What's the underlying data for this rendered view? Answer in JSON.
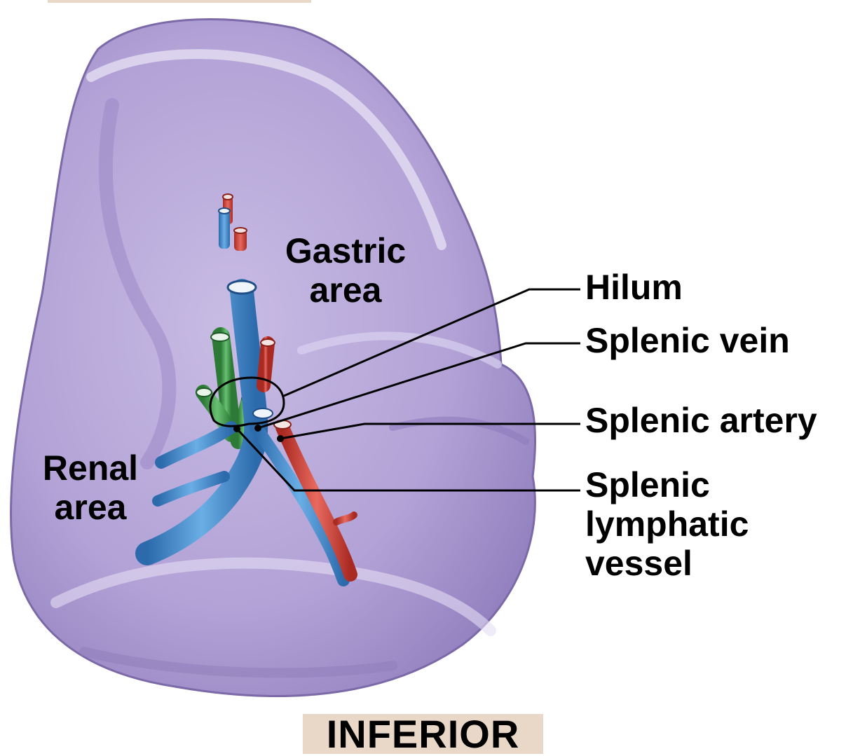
{
  "labels": {
    "gastric": [
      "Gastric",
      "area"
    ],
    "renal": [
      "Renal",
      "area"
    ],
    "hilum": "Hilum",
    "splenic_vein": "Splenic vein",
    "splenic_artery": "Splenic artery",
    "splenic_lymphatic": [
      "Splenic",
      "lymphatic",
      "vessel"
    ],
    "view": "INFERIOR"
  },
  "colors": {
    "organ": "#b7a8d8",
    "organ_shadow": "#8f7cba",
    "organ_highlight": "#e2dbf2",
    "vein": "#3f86c9",
    "artery": "#cf3a30",
    "lymphatic": "#3f9a4a",
    "caption_bg": "#e9d8c8"
  }
}
